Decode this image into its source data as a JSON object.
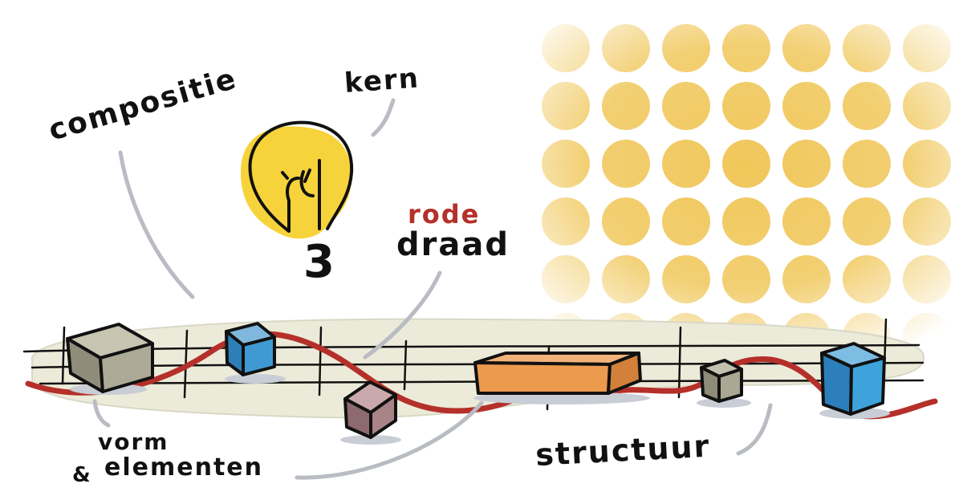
{
  "labels": {
    "compositie": "compositie",
    "kern": "kern",
    "kern_number": "3",
    "rode": "rode",
    "draad": "draad",
    "vorm": "vorm",
    "ampersand": "&",
    "elementen": "elementen",
    "structuur": "structuur"
  },
  "colors": {
    "thread": "#b5302a",
    "bulb": "#f7d33b",
    "dots": "#f0c75a",
    "staff_band": "#ecebd9"
  },
  "icons": {
    "bulb": "lightbulb-icon",
    "blocks": [
      "grey-cube",
      "blue-cube",
      "mauve-cube",
      "orange-bar",
      "small-grey-cube",
      "large-blue-cube"
    ]
  }
}
